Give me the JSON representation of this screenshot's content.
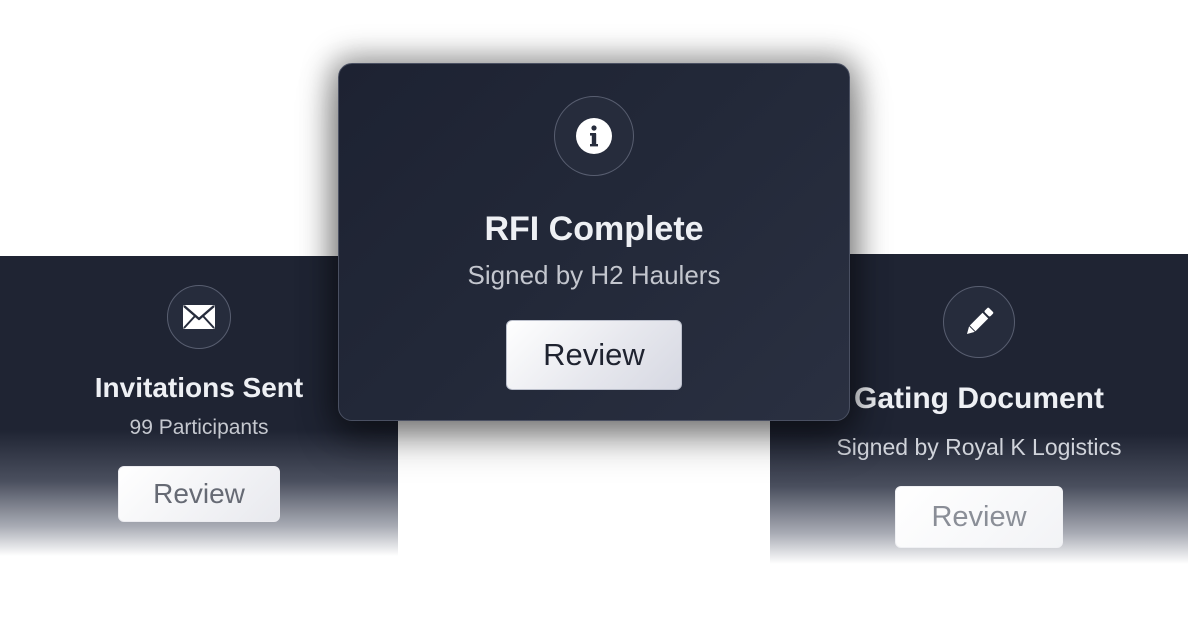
{
  "cards": {
    "left": {
      "icon": "envelope-icon",
      "title": "Invitations Sent",
      "subtitle": "99 Participants",
      "button_label": "Review"
    },
    "center": {
      "icon": "info-icon",
      "title": "RFI Complete",
      "subtitle": "Signed by H2 Haulers",
      "button_label": "Review"
    },
    "right": {
      "icon": "pencil-icon",
      "title": "Gating Document",
      "subtitle": "Signed by Royal K Logistics",
      "button_label": "Review"
    }
  },
  "colors": {
    "card_background": "#1f2433",
    "button_background": "#f1f2f5",
    "title_text": "#eef0f4",
    "subtitle_text": "#c9ccd4"
  }
}
